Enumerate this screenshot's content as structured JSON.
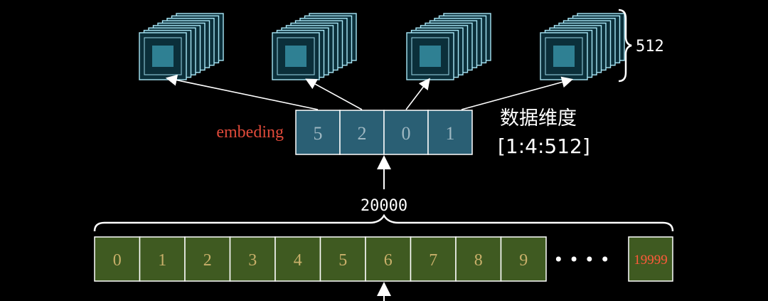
{
  "embedding_label": "embeding",
  "embedding_values": [
    "5",
    "2",
    "0",
    "1"
  ],
  "dim_title": "数据维度",
  "dim_shape": "[1:4:512]",
  "depth_label": "512",
  "vocab_label": "20000",
  "vocab_cells": [
    "0",
    "1",
    "2",
    "3",
    "4",
    "5",
    "6",
    "7",
    "8",
    "9"
  ],
  "ellipsis": "• • • •",
  "last_cell": "19999",
  "colors": {
    "embed_fill": "#2a5f74",
    "vocab_fill": "#3f5a21",
    "cube": "#a8e6f6",
    "cube_core": "#4fc3dd",
    "label_red": "#e04a3a",
    "cell_text_vocab": "#c9b06a",
    "cell_text_red": "#ff5a3a"
  }
}
